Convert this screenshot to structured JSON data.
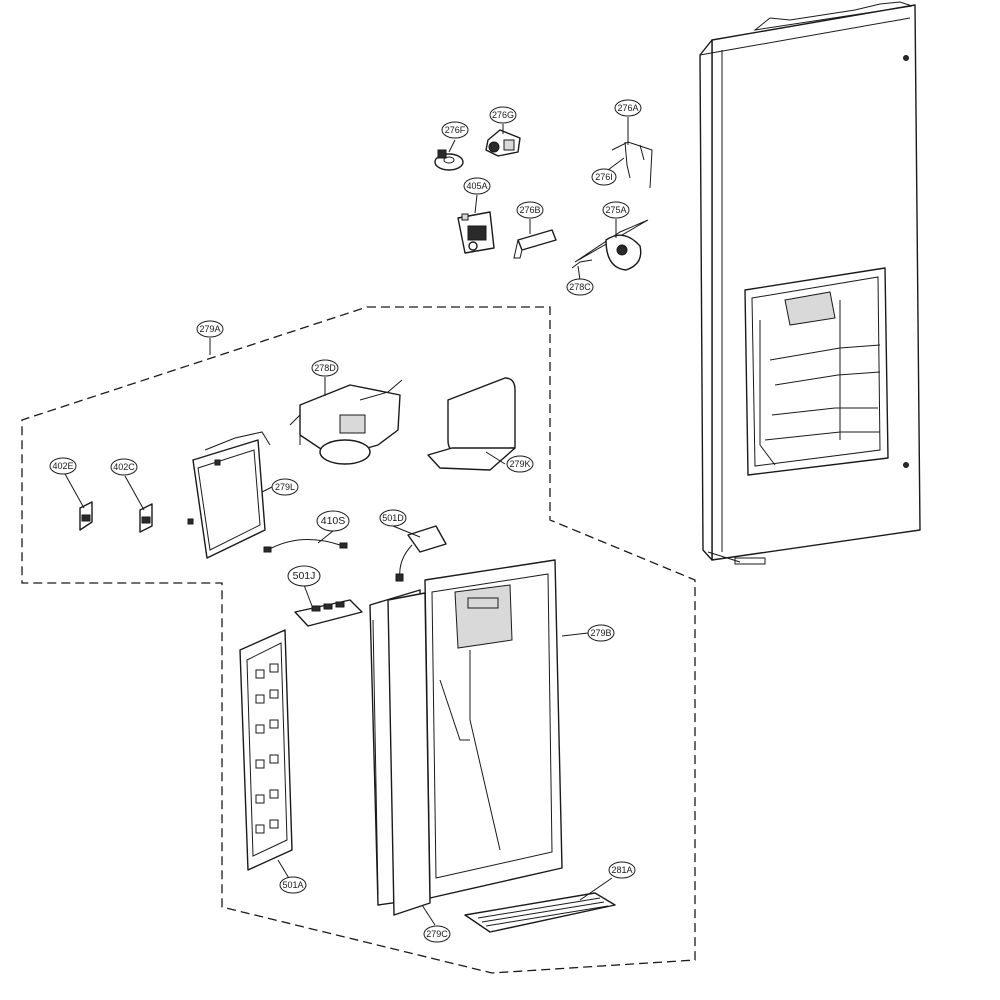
{
  "callouts": [
    {
      "id": "c276F",
      "label": "276F"
    },
    {
      "id": "c276G",
      "label": "276G"
    },
    {
      "id": "c276A",
      "label": "276A"
    },
    {
      "id": "c276I",
      "label": "276I"
    },
    {
      "id": "c405A",
      "label": "405A"
    },
    {
      "id": "c276B",
      "label": "276B"
    },
    {
      "id": "c275A",
      "label": "275A"
    },
    {
      "id": "c278C",
      "label": "278C"
    },
    {
      "id": "c279A",
      "label": "279A"
    },
    {
      "id": "c278D",
      "label": "278D"
    },
    {
      "id": "c402E",
      "label": "402E"
    },
    {
      "id": "c402C",
      "label": "402C"
    },
    {
      "id": "c279L",
      "label": "279L"
    },
    {
      "id": "c279K",
      "label": "279K"
    },
    {
      "id": "c410S",
      "label": "410S"
    },
    {
      "id": "c501D",
      "label": "501D"
    },
    {
      "id": "c501J",
      "label": "501J"
    },
    {
      "id": "c279B",
      "label": "279B"
    },
    {
      "id": "c501A",
      "label": "501A"
    },
    {
      "id": "c281A",
      "label": "281A"
    },
    {
      "id": "c279C",
      "label": "279C"
    }
  ]
}
